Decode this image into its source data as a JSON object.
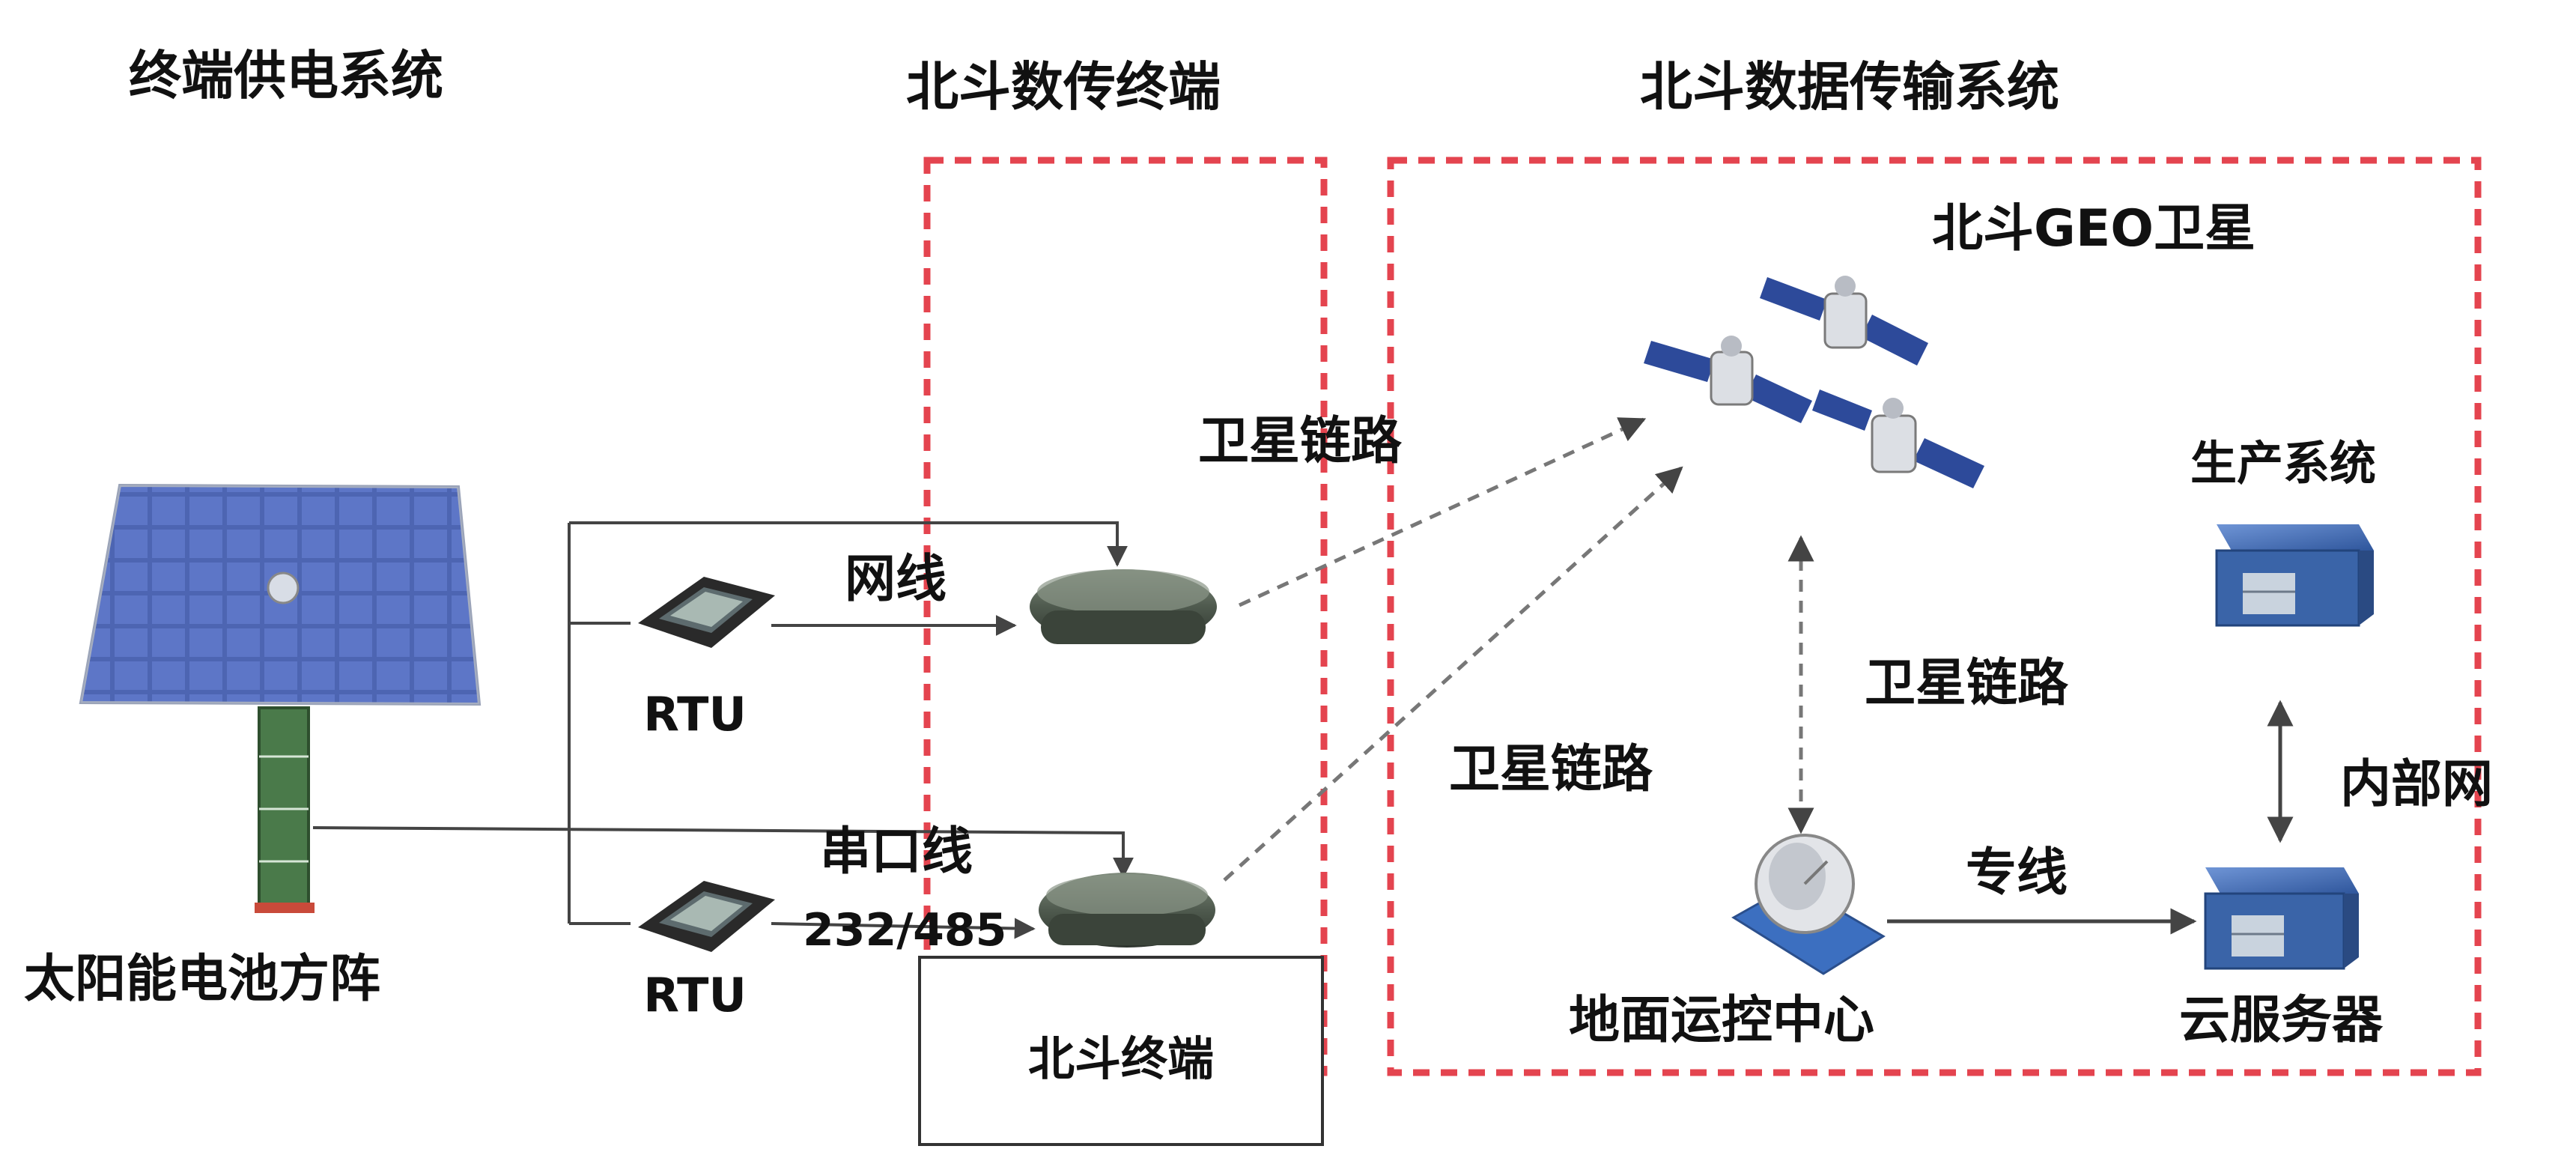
{
  "sections": {
    "power_system": "终端供电系统",
    "beidou_terminal_group": "北斗数传终端",
    "transmission_system": "北斗数据传输系统"
  },
  "devices": {
    "solar_array": "太阳能电池方阵",
    "rtu_top": "RTU",
    "rtu_bottom": "RTU",
    "satellite": "北斗GEO卫星",
    "production_system": "生产系统",
    "ground_center": "地面运控中心",
    "cloud_server": "云服务器",
    "beidou_terminal_box": "北斗终端"
  },
  "links": {
    "network_cable": "网线",
    "serial_cable": "串口线",
    "serial_standard": "232/485",
    "satellite_link_top": "卫星链路",
    "satellite_link_mid": "卫星链路",
    "satellite_link_left": "卫星链路",
    "dedicated_line": "专线",
    "intranet": "内部网"
  },
  "colors": {
    "dashed_border": "#e4444f",
    "solar_panel": "#3550a8",
    "terminal": "#4f5a4e",
    "server": "#3a64a8",
    "satellite_panel": "#2d4a9a",
    "arrow": "#555555"
  }
}
